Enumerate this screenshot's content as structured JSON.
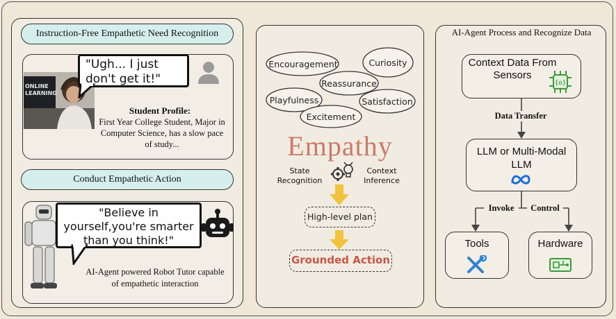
{
  "left": {
    "recognition_title": "Instruction-Free Empathetic Need Recognition",
    "student_quote": "\"Ugh... I just don't get it!\"",
    "monitor_text": "ONLINE LEARNING",
    "profile_title": "Student Profile:",
    "profile_text": "First Year College Student, Major in Computer Science, has a slow pace of study...",
    "action_title": "Conduct Empathetic Action",
    "robot_quote": "\"Believe in yourself,you're smarter than you think!\"",
    "robot_caption": "AI-Agent powered Robot Tutor capable of empathetic interaction"
  },
  "middle": {
    "emotions": [
      "Encouragement",
      "Curiosity",
      "Reassurance",
      "Playfulness",
      "Satisfaction",
      "Excitement"
    ],
    "empathy_title": "Empathy",
    "state_recognition": "State Recognition",
    "context_inference": "Context Inference",
    "high_level_plan": "High-level plan",
    "grounded_action": "Grounded Action",
    "colors": {
      "empathy": "#c97b6a",
      "arrow": "#f2c23a",
      "grounded": "#c9574a"
    }
  },
  "right": {
    "title": "AI-Agent Process and Recognize Data",
    "context_data": "Context Data From Sensors",
    "data_transfer": "Data Transfer",
    "llm": "LLM or Multi-Modal LLM",
    "invoke": "Invoke",
    "control": "Control",
    "tools": "Tools",
    "hardware": "Hardware",
    "icons": [
      "chip-icon",
      "meta-logo-icon",
      "tools-icon",
      "circuit-board-icon"
    ]
  }
}
